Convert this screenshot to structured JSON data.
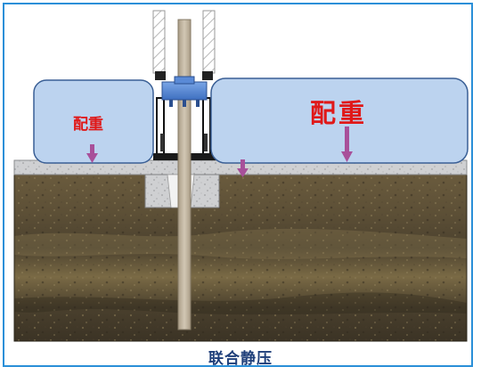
{
  "labels": {
    "counterweight_small": "配重",
    "counterweight_large": "配重"
  },
  "caption": "联合静压",
  "colors": {
    "frame_border": "#2a8fd8",
    "weight_block_fill": "#bcd3ef",
    "weight_block_stroke": "#3a5f95",
    "label_text": "#e01818",
    "arrow": "#a8509a",
    "soil_top": "#6e6040",
    "soil_dark": "#3e3526",
    "concrete": "#cfd0d2",
    "pile": "#c4b8a3",
    "clamp_blue": "#4a7fd0"
  }
}
